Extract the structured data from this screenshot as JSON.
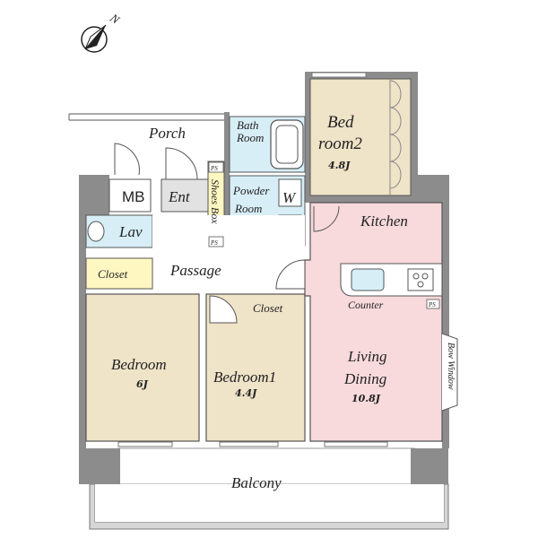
{
  "compass": {
    "label": "N"
  },
  "rooms": {
    "porch": "Porch",
    "bath_room_line1": "Bath",
    "bath_room_line2": "Room",
    "bedroom2_line1": "Bed",
    "bedroom2_line2": "room2",
    "bedroom2_size": "4.8J",
    "mb": "MB",
    "ent": "Ent",
    "shoes_box": "Shoes Box",
    "powder_room_line1": "Powder",
    "powder_room_line2": "Room",
    "washer": "W",
    "kitchen": "Kitchen",
    "lav": "Lav",
    "closet_left": "Closet",
    "passage": "Passage",
    "closet_mid": "Closet",
    "counter": "Counter",
    "ps1": "PS",
    "ps2": "PS",
    "ps3": "PS",
    "bedroom": "Bedroom",
    "bedroom_size": "6J",
    "bedroom1": "Bedroom1",
    "bedroom1_size": "4.4J",
    "living_line1": "Living",
    "living_line2": "Dining",
    "living_size": "10.8J",
    "bow_window": "Bow Window",
    "balcony": "Balcony"
  },
  "colors": {
    "wall": "#8c8c8c",
    "bedroom": "#efe3c8",
    "wet": "#d7eef7",
    "closet": "#fff7c2",
    "living": "#f8d9dc",
    "floor": "#ffffff"
  }
}
